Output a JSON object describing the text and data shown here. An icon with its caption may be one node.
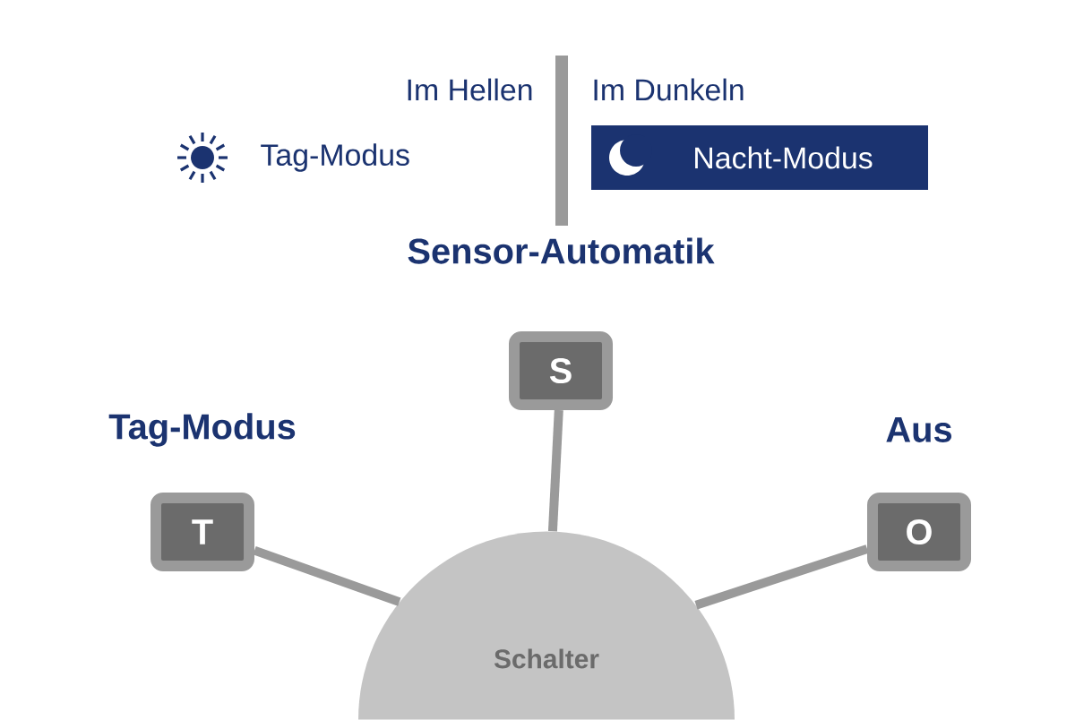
{
  "diagram": {
    "nodes": [
      {
        "text": [
          "Schalter"
        ]
      },
      {
        "text": [
          "Tag-Modus",
          "T"
        ]
      },
      {
        "text": [
          "Sensor-Automatik",
          "S"
        ]
      },
      {
        "text": [
          "Aus",
          "O"
        ]
      },
      {
        "text": [
          "Nacht-Modus"
        ]
      }
    ],
    "edges": [
      {
        "from": 0,
        "to": 1,
        "arrow": "none"
      },
      {
        "from": 0,
        "to": 2,
        "arrow": "none"
      },
      {
        "from": 0,
        "to": 3,
        "arrow": "none"
      }
    ],
    "labels": [
      "Im Hellen",
      "Im Dunkeln",
      "Tag-Modus"
    ]
  }
}
